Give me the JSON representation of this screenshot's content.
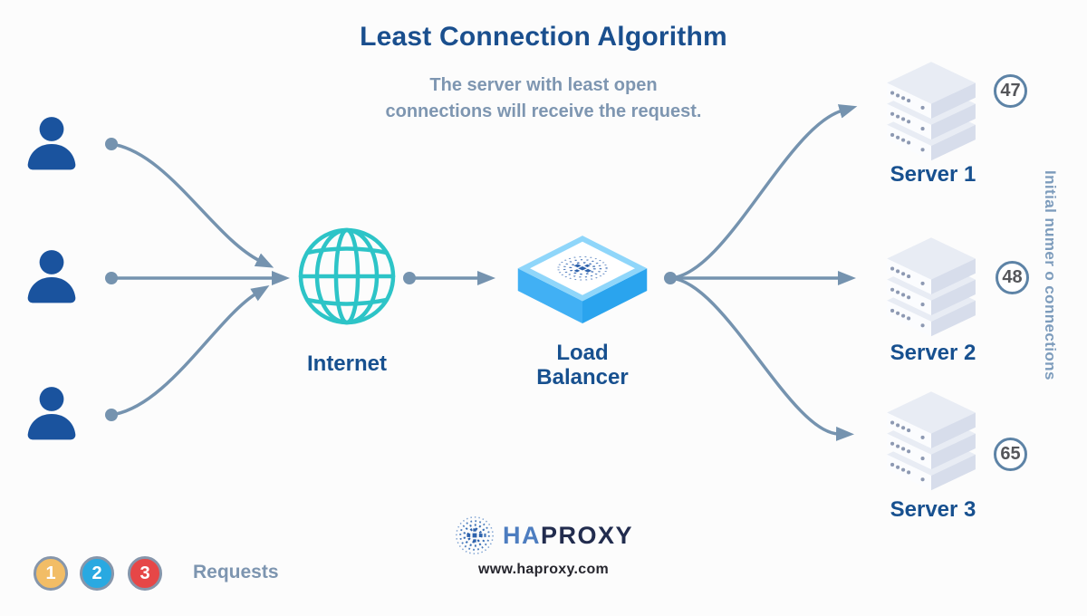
{
  "header": {
    "title": "Least Connection Algorithm",
    "subtitle_line1": "The server with least open",
    "subtitle_line2": "connections will receive the request."
  },
  "nodes": {
    "users_count": 3,
    "internet": {
      "label": "Internet"
    },
    "load_balancer": {
      "label_line1": "Load",
      "label_line2": "Balancer"
    },
    "servers": [
      {
        "label": "Server 1",
        "connections": "47"
      },
      {
        "label": "Server 2",
        "connections": "48"
      },
      {
        "label": "Server 3",
        "connections": "65"
      }
    ]
  },
  "right_axis_label": "Initial numer o connections",
  "legend": {
    "label": "Requests",
    "items": [
      {
        "number": "1",
        "color": "#f2bd66"
      },
      {
        "number": "2",
        "color": "#29a9e1"
      },
      {
        "number": "3",
        "color": "#e64747"
      }
    ]
  },
  "footer": {
    "brand_ha": "HA",
    "brand_proxy": "PROXY",
    "website": "www.haproxy.com"
  },
  "colors": {
    "title_blue": "#1a4f8e",
    "muted_blue": "#7e96b1",
    "arrow": "#7593af",
    "globe_teal": "#2dc4c7",
    "user_blue": "#1a539e",
    "lb_left_face": "#41b0f4",
    "lb_right_face": "#2aa4ee",
    "lb_top_border": "#8fd6fa",
    "badge_border": "#5d83a6",
    "badge_text": "#55565a",
    "server_top": "#e8ecf4",
    "server_front": "#fbfcfe",
    "server_side": "#d7ddeb"
  }
}
